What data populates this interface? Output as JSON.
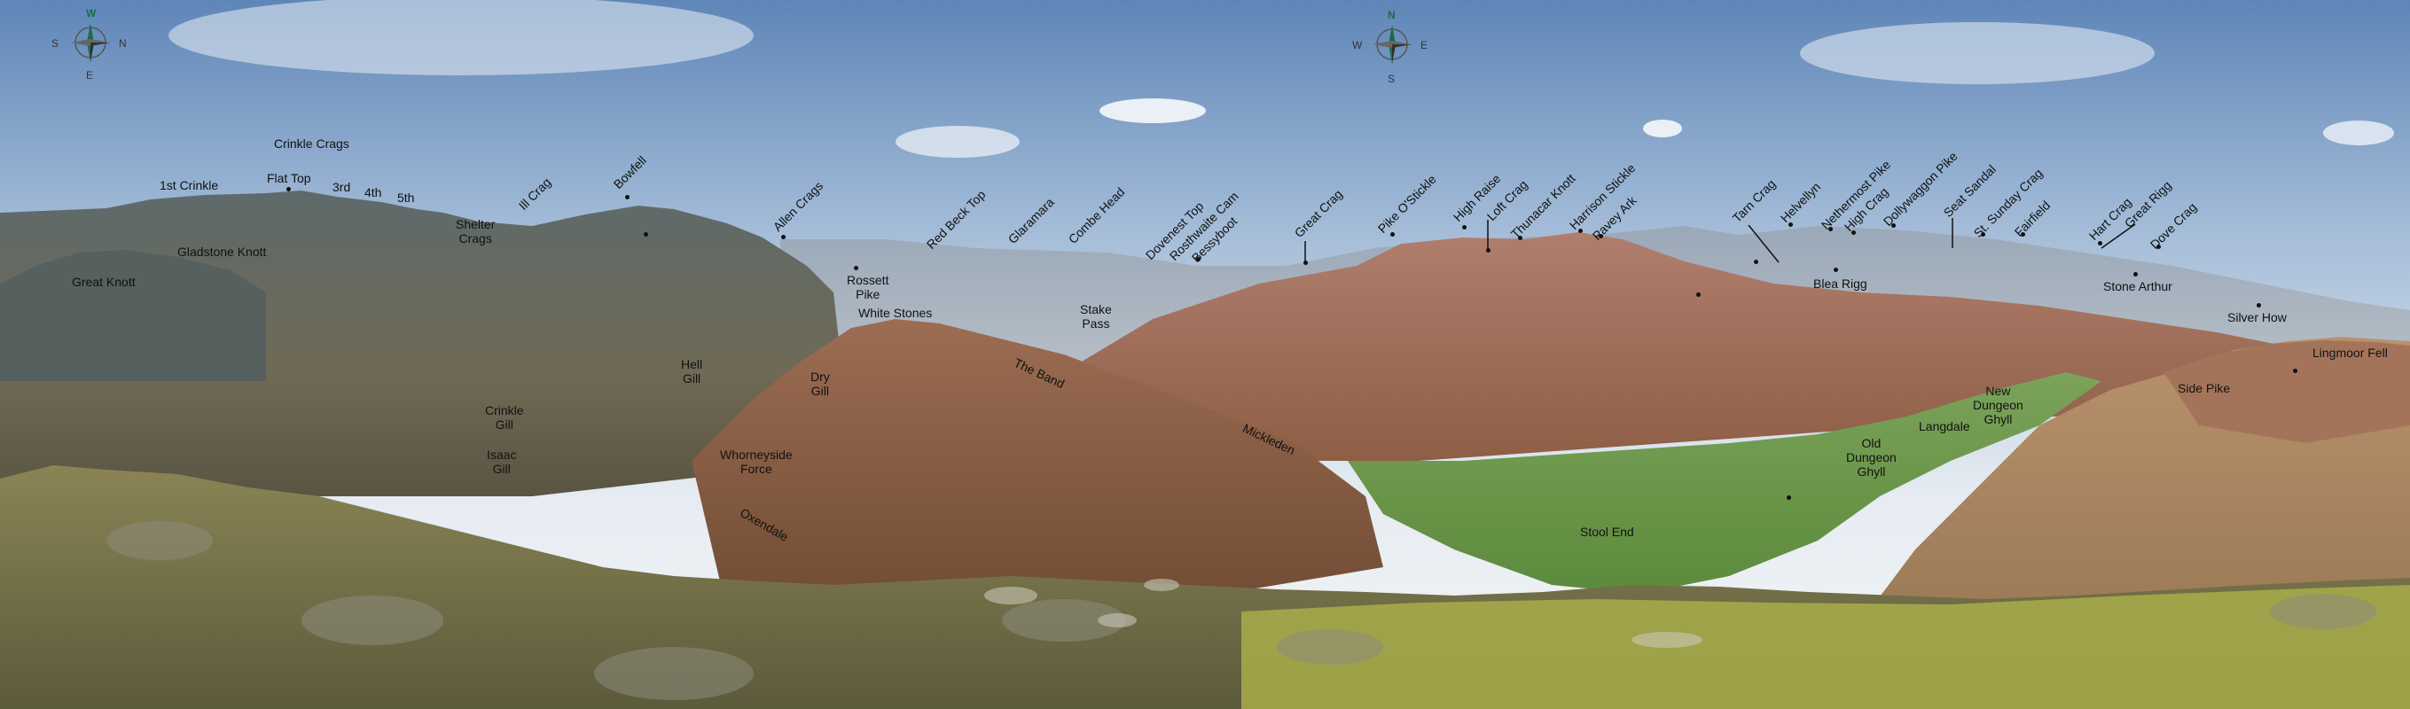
{
  "compass_left": {
    "n": "W",
    "e": "N",
    "s": "E",
    "w": "S"
  },
  "compass_right": {
    "n": "N",
    "e": "E",
    "s": "S",
    "w": "W"
  },
  "labels": {
    "crinkle_crags": "Crinkle Crags",
    "first_crinkle": "1st Crinkle",
    "flat_top": "Flat Top",
    "third": "3rd",
    "fourth": "4th",
    "fifth": "5th",
    "gladstone_knott": "Gladstone Knott",
    "great_knott": "Great Knott",
    "shelter_crags": "Shelter\nCrags",
    "ill_crag": "Ill Crag",
    "bowfell": "Bowfell",
    "allen_crags": "Allen Crags",
    "rossett_pike": "Rossett\nPike",
    "white_stones": "White Stones",
    "red_beck_top": "Red Beck Top",
    "glaramara": "Glaramara",
    "combe_head": "Combe Head",
    "dovenest_top": "Dovenest Top",
    "rosthwaite_cam": "Rosthwaite Cam",
    "bessyboot": "Bessyboot",
    "stake_pass": "Stake\nPass",
    "great_crag": "Great Crag",
    "pike_o_stickle": "Pike O'Stickle",
    "high_raise": "High Raise",
    "loft_crag": "Loft Crag",
    "thunacar_knott": "Thunacar Knott",
    "harrison_stickle": "Harrison Stickle",
    "pavey_ark": "Pavey Ark",
    "tarn_crag": "Tarn Crag",
    "helvellyn": "Helvellyn",
    "nethermost_pike": "Nethermost Pike",
    "high_crag": "High Crag",
    "dollywaggon_pike": "Dollywaggon Pike",
    "seat_sandal": "Seat Sandal",
    "st_sunday_crag": "St. Sunday Crag",
    "fairfield": "Fairfield",
    "hart_crag": "Hart Crag",
    "great_rigg": "Great Rigg",
    "dove_crag": "Dove Crag",
    "blea_rigg": "Blea Rigg",
    "stone_arthur": "Stone Arthur",
    "silver_how": "Silver How",
    "lingmoor_fell": "Lingmoor Fell",
    "side_pike": "Side Pike",
    "new_dungeon_ghyll": "New\nDungeon\nGhyll",
    "langdale": "Langdale",
    "old_dungeon_ghyll": "Old\nDungeon\nGhyll",
    "stool_end": "Stool End",
    "mickleden": "Mickleden",
    "the_band": "The Band",
    "hell_gill": "Hell\nGill",
    "dry_gill": "Dry\nGill",
    "crinkle_gill": "Crinkle\nGill",
    "isaac_gill": "Isaac\nGill",
    "whorneyside_force": "Whorneyside\nForce",
    "oxendale": "Oxendale"
  }
}
